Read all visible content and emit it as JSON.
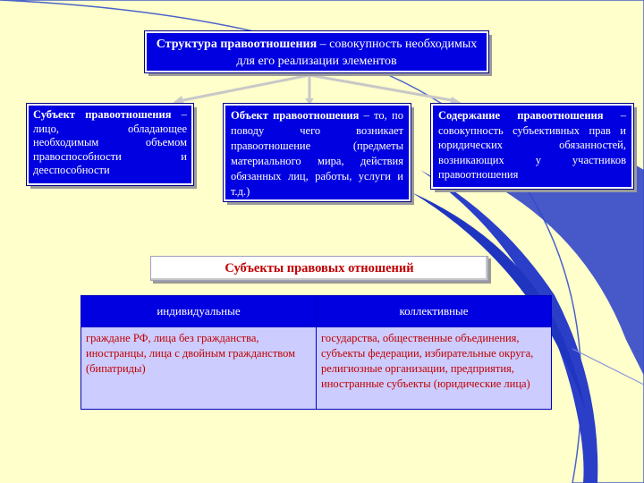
{
  "diagram": {
    "title": {
      "bold": "Структура правоотношения",
      "rest": " – совокупность необходимых для его реализации элементов"
    },
    "elements": [
      {
        "bold": "Субъект правоотношения",
        "rest": " – лицо, обладающее необходимым объемом правоспособности и дееспособности"
      },
      {
        "bold": "Объект правоотношения",
        "rest": " – то, по поводу чего возникает правоотношение (предметы материального мира, действия обязанных лиц, работы, услуги и т.д.)"
      },
      {
        "bold": "Содержание правоотношения",
        "rest": " – совокупность субъективных прав и юридических обязанностей, возникающих у участников правоотношения"
      }
    ]
  },
  "subjects": {
    "header": "Субъекты правовых отношений",
    "columns": [
      "индивидуальные",
      "коллективные"
    ],
    "rows": [
      [
        "граждане РФ, лица без гражданства, иностранцы, лица с двойным гражданством (бипатриды)",
        "государства, общественные объединения, субъекты федерации, избирательные округа, религиозные организации, предприятия, иностранные субъекты (юридические лица)"
      ]
    ]
  },
  "colors": {
    "background": "#FFFFCC",
    "box_fill": "#0000E0",
    "accent_text": "#C00000",
    "table_cell": "#CCCCFF"
  }
}
